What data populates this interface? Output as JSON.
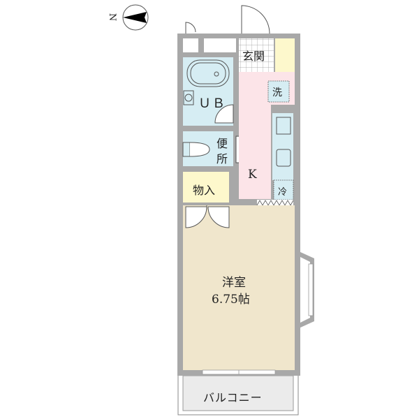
{
  "compass": {
    "label": "N",
    "direction": "west"
  },
  "rooms": {
    "entrance": {
      "label": "玄関"
    },
    "unit_bath": {
      "label": "ＵＢ"
    },
    "washer": {
      "label": "洗"
    },
    "toilet": {
      "label": "便所",
      "line1": "便",
      "line2": "所"
    },
    "kitchen": {
      "label": "K"
    },
    "fridge": {
      "label": "冷"
    },
    "closet": {
      "label": "物入"
    },
    "western_room": {
      "label": "洋室",
      "size": "6.75帖"
    },
    "balcony": {
      "label": "バルコニー"
    }
  },
  "colors": {
    "wall": "#a8a8a8",
    "wet_area": "#d6edf3",
    "kitchen": "#fce4e8",
    "storage": "#fdf8cc",
    "western_room": "#f0e6cc",
    "balcony": "#ebebeb",
    "entrance_tile": "#ffffff"
  }
}
